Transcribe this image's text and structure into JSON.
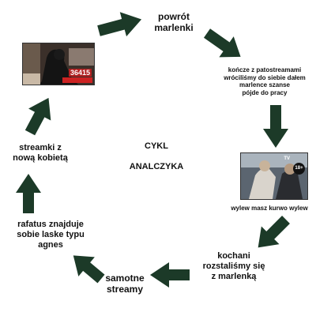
{
  "colors": {
    "arrow": "#1c3a28",
    "text": "#111111"
  },
  "center": {
    "line1": "CYKL",
    "line2": "ANALCZYKA"
  },
  "nodes": {
    "powrot": [
      "powrót",
      "marlenki"
    ],
    "koncze": [
      "kończe z patostreamami",
      "wróciliśmy do siebie dałem",
      "marlence szanse",
      "pójde do pracy"
    ],
    "wylew": "wylew masz kurwo wylew",
    "kochani": [
      "kochani",
      "rozstaliśmy się",
      "z marlenką"
    ],
    "samotne": [
      "samotne",
      "streamy"
    ],
    "rafatus": [
      "rafatus znajduje",
      "sobie laske typu",
      "agnes"
    ],
    "streamki": [
      "streamki z",
      "nową kobietą"
    ]
  },
  "thumb1": {
    "counter": "36415",
    "icons": [
      "arrow-right-icon"
    ]
  },
  "thumb2": {
    "badge": "18+",
    "tv": "TV",
    "icons": [
      "arrow-right-icon"
    ]
  }
}
